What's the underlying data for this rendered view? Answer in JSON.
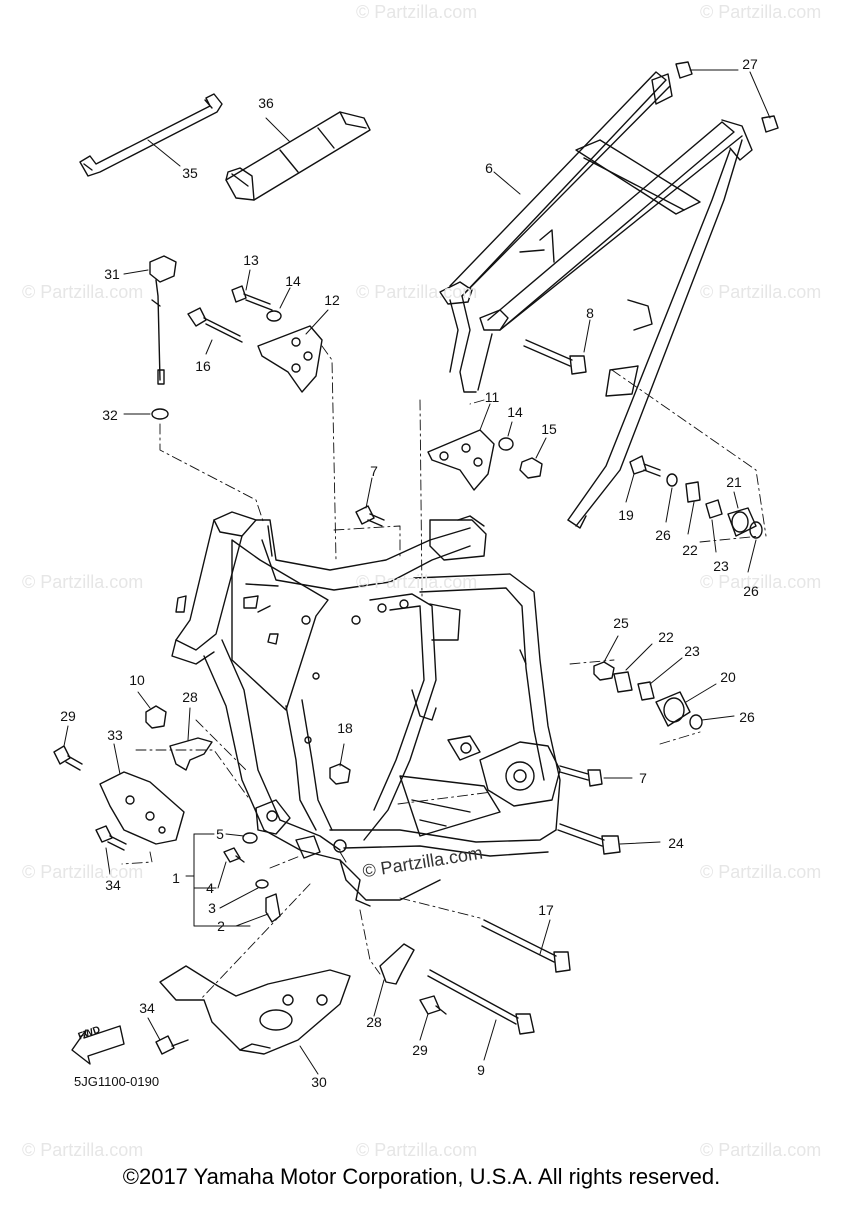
{
  "diagram": {
    "part_code": "5JG1100-0190",
    "copyright": "©2017 Yamaha Motor Corporation, U.S.A. All rights reserved.",
    "fwd_label": "FWD",
    "watermark_text": "© Partzilla.com",
    "center_watermark": "© Partzilla.com",
    "callouts": [
      {
        "id": "c27",
        "label": "27"
      },
      {
        "id": "c36",
        "label": "36"
      },
      {
        "id": "c35",
        "label": "35"
      },
      {
        "id": "c6",
        "label": "6"
      },
      {
        "id": "c31",
        "label": "31"
      },
      {
        "id": "c13",
        "label": "13"
      },
      {
        "id": "c14a",
        "label": "14"
      },
      {
        "id": "c12",
        "label": "12"
      },
      {
        "id": "c16",
        "label": "16"
      },
      {
        "id": "c8",
        "label": "8"
      },
      {
        "id": "c32",
        "label": "32"
      },
      {
        "id": "c11",
        "label": "11"
      },
      {
        "id": "c14b",
        "label": "14"
      },
      {
        "id": "c15",
        "label": "15"
      },
      {
        "id": "c7a",
        "label": "7"
      },
      {
        "id": "c21",
        "label": "21"
      },
      {
        "id": "c19",
        "label": "19"
      },
      {
        "id": "c26a",
        "label": "26"
      },
      {
        "id": "c22a",
        "label": "22"
      },
      {
        "id": "c23a",
        "label": "23"
      },
      {
        "id": "c26b",
        "label": "26"
      },
      {
        "id": "c25",
        "label": "25"
      },
      {
        "id": "c22b",
        "label": "22"
      },
      {
        "id": "c23b",
        "label": "23"
      },
      {
        "id": "c20",
        "label": "20"
      },
      {
        "id": "c26c",
        "label": "26"
      },
      {
        "id": "c10",
        "label": "10"
      },
      {
        "id": "c28a",
        "label": "28"
      },
      {
        "id": "c29a",
        "label": "29"
      },
      {
        "id": "c33",
        "label": "33"
      },
      {
        "id": "c18",
        "label": "18"
      },
      {
        "id": "c7b",
        "label": "7"
      },
      {
        "id": "c24",
        "label": "24"
      },
      {
        "id": "c5",
        "label": "5"
      },
      {
        "id": "c1",
        "label": "1"
      },
      {
        "id": "c4",
        "label": "4"
      },
      {
        "id": "c34a",
        "label": "34"
      },
      {
        "id": "c3",
        "label": "3"
      },
      {
        "id": "c2",
        "label": "2"
      },
      {
        "id": "c17",
        "label": "17"
      },
      {
        "id": "c28b",
        "label": "28"
      },
      {
        "id": "c34b",
        "label": "34"
      },
      {
        "id": "c29b",
        "label": "29"
      },
      {
        "id": "c9",
        "label": "9"
      },
      {
        "id": "c30",
        "label": "30"
      }
    ]
  }
}
